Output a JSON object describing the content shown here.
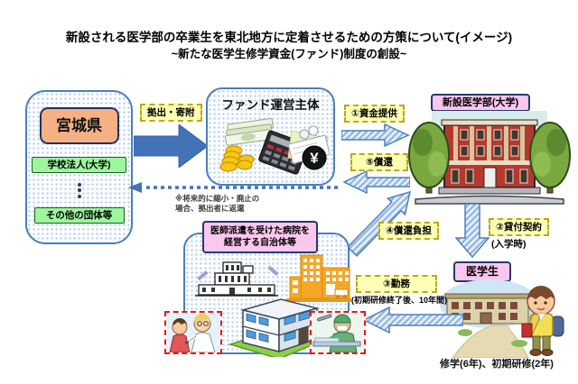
{
  "title": {
    "line1": "新設される医学部の卒業生を東北地方に定着させるための方策について(イメージ)",
    "line2": "~新たな医学生修学資金(ファンド)制度の創設~"
  },
  "contributors": {
    "prefecture": "宮城県",
    "item_school": "学校法人(大学)",
    "item_other": "その他の団体等"
  },
  "fund": {
    "title": "ファンド運営主体",
    "yen_symbol": "¥"
  },
  "university": {
    "label": "新設医学部(大学)"
  },
  "medical_student": {
    "label": "医学生",
    "duration_note": "修学(6年)、初期研修(2年)"
  },
  "municipality": {
    "label_line1": "医師派遣を受けた病院を",
    "label_line2": "経営する自治体等"
  },
  "flows": {
    "contribution": "拠出・寄附",
    "refund_note_line1": "※将来的に縮小・廃止の",
    "refund_note_line2": "場合、拠出者に返還",
    "step1": "①資金提供",
    "step2": "②貸付契約",
    "step2_sub": "(入学時)",
    "step3": "③勤務",
    "step3_sub": "(初期研修終了後、10年間)",
    "step4": "④償還負担",
    "step5": "⑤償還"
  },
  "colors": {
    "accent_blue": "#4272b8",
    "box_border_blue": "#4a7ebb",
    "label_yellow": "#ffffb4",
    "label_pink": "#fbc7ee",
    "item_green": "#9df59d",
    "prefecture_orange": "#f5b183",
    "alert_red": "#e81818"
  }
}
